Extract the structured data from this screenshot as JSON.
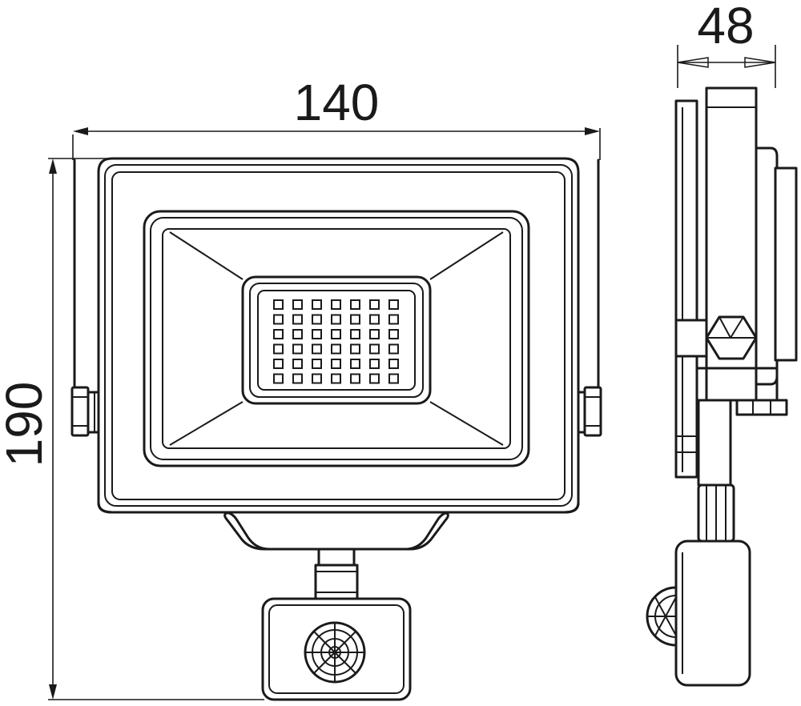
{
  "dimensions": {
    "width": {
      "value": "140"
    },
    "height": {
      "value": "190"
    },
    "depth": {
      "value": "48"
    }
  },
  "led_grid": {
    "rows": 6,
    "cols": 7
  }
}
